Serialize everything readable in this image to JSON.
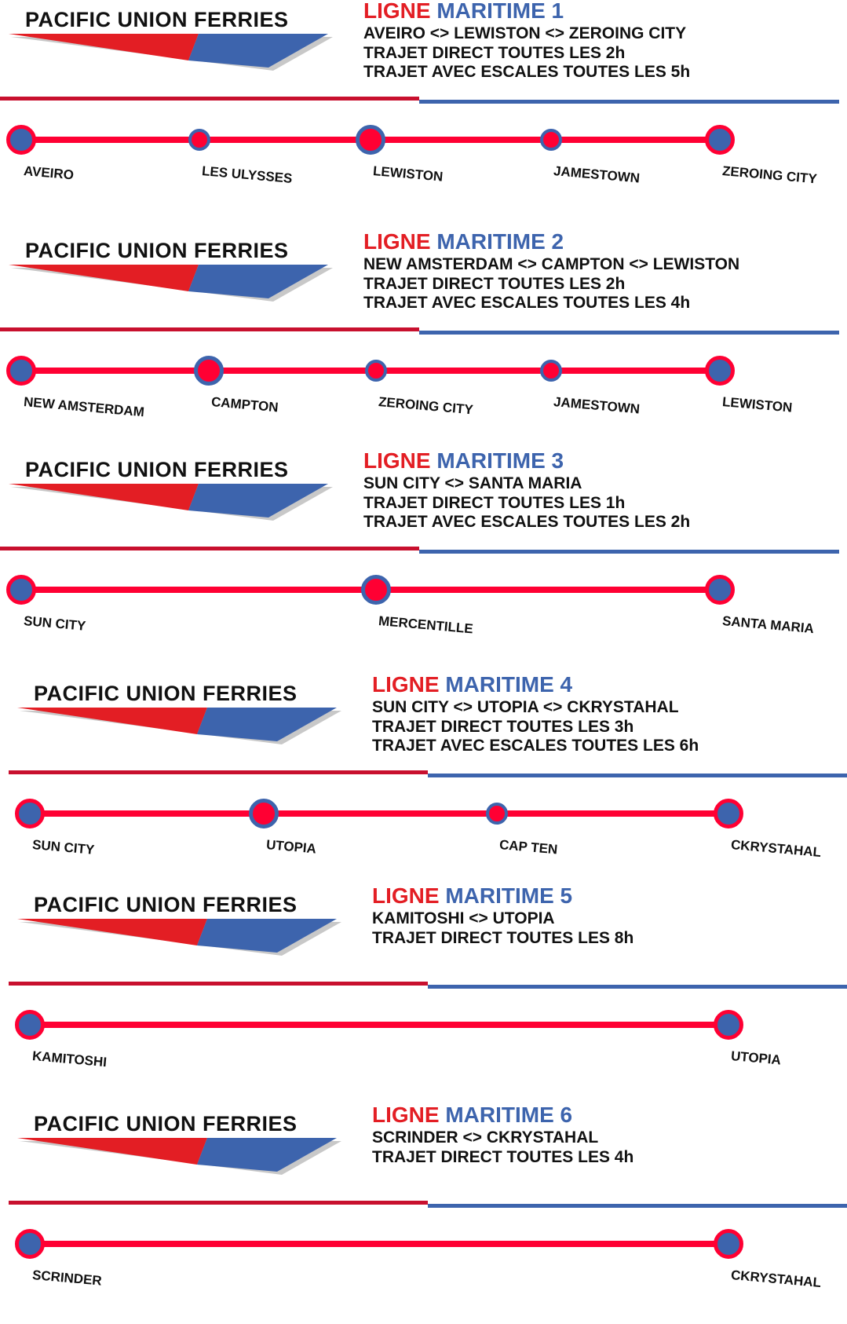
{
  "brand": "PACIFIC UNION FERRIES",
  "colors": {
    "red": "#e31e24",
    "blue": "#3d64ad",
    "track": "#ff0033"
  },
  "lines": [
    {
      "title_red": "LIGNE",
      "title_blue": "MARITIME 1",
      "info": [
        "AVEIRO <> LEWISTON <> ZEROING CITY",
        "TRAJET DIRECT TOUTES LES 2h",
        "TRAJET AVEC ESCALES TOUTES LES 5h"
      ],
      "stations": [
        {
          "name": "AVEIRO",
          "type": "terminus"
        },
        {
          "name": "LES ULYSSES",
          "type": "minor"
        },
        {
          "name": "LEWISTON",
          "type": "major"
        },
        {
          "name": "JAMESTOWN",
          "type": "minor"
        },
        {
          "name": "ZEROING CITY",
          "type": "terminus"
        }
      ]
    },
    {
      "title_red": "LIGNE",
      "title_blue": "MARITIME 2",
      "info": [
        "NEW AMSTERDAM <> CAMPTON <> LEWISTON",
        "TRAJET DIRECT TOUTES LES 2h",
        "TRAJET AVEC ESCALES TOUTES LES 4h"
      ],
      "stations": [
        {
          "name": "NEW AMSTERDAM",
          "type": "terminus"
        },
        {
          "name": "CAMPTON",
          "type": "major"
        },
        {
          "name": "ZEROING CITY",
          "type": "minor"
        },
        {
          "name": "JAMESTOWN",
          "type": "minor"
        },
        {
          "name": "LEWISTON",
          "type": "terminus"
        }
      ]
    },
    {
      "title_red": "LIGNE",
      "title_blue": "MARITIME 3",
      "info": [
        "SUN CITY <> SANTA MARIA",
        "TRAJET DIRECT TOUTES LES 1h",
        "TRAJET AVEC ESCALES TOUTES LES 2h"
      ],
      "stations": [
        {
          "name": "SUN CITY",
          "type": "terminus"
        },
        {
          "name": "MERCENTILLE",
          "type": "major"
        },
        {
          "name": "SANTA MARIA",
          "type": "terminus"
        }
      ]
    },
    {
      "title_red": "LIGNE",
      "title_blue": "MARITIME 4",
      "info": [
        "SUN CITY <> UTOPIA <> CKRYSTAHAL",
        "TRAJET DIRECT TOUTES LES 3h",
        "TRAJET AVEC ESCALES TOUTES LES 6h"
      ],
      "stations": [
        {
          "name": "SUN CITY",
          "type": "terminus"
        },
        {
          "name": "UTOPIA",
          "type": "major"
        },
        {
          "name": "CAP TEN",
          "type": "minor"
        },
        {
          "name": "CKRYSTAHAL",
          "type": "terminus"
        }
      ]
    },
    {
      "title_red": "LIGNE",
      "title_blue": "MARITIME 5",
      "info": [
        "KAMITOSHI <> UTOPIA",
        "TRAJET DIRECT TOUTES LES 8h"
      ],
      "stations": [
        {
          "name": "KAMITOSHI",
          "type": "terminus"
        },
        {
          "name": "UTOPIA",
          "type": "terminus"
        }
      ]
    },
    {
      "title_red": "LIGNE",
      "title_blue": "MARITIME 6",
      "info": [
        "SCRINDER <> CKRYSTAHAL",
        "TRAJET DIRECT TOUTES LES 4h"
      ],
      "stations": [
        {
          "name": "SCRINDER",
          "type": "terminus"
        },
        {
          "name": "CKRYSTAHAL",
          "type": "terminus"
        }
      ]
    }
  ]
}
